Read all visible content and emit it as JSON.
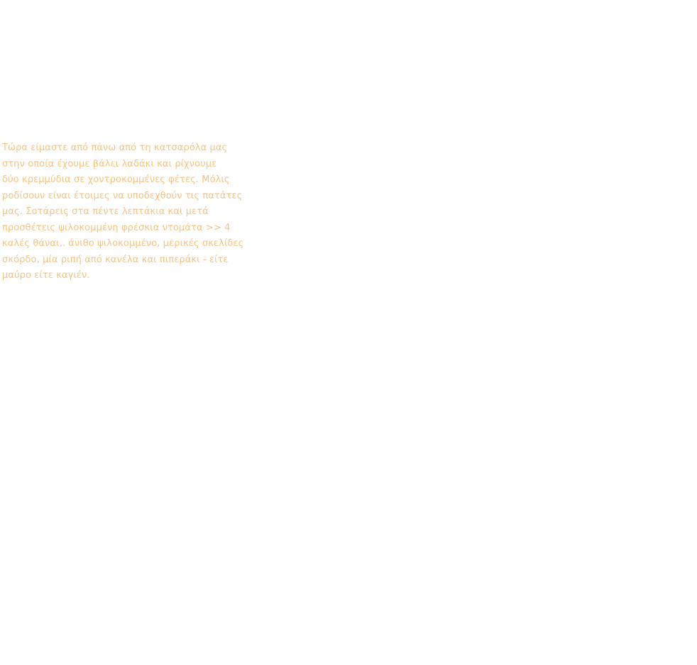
{
  "paragraph": {
    "lines": [
      "Τώρα είμαστε από πάνω από τη κατσαρόλα μας",
      "στην οποία έχουμε βάλει λαδάκι και ρίχνουμε",
      "δύο κρεμμύδια σε χοντροκομμένες φέτες. Μόλις",
      "ροδίσουν είναι έτοιμες να υποδεχθούν τις πατάτες",
      "μας. Σοτάρεις στα πέντε λεπτάκια και μετά",
      "προσθέτεις ψιλοκομμένη φρέσκια ντομάτα >> 4",
      "καλές θάναι,. άνιθο ψιλοκομμένο, μερικές σκελίδες",
      "σκόρδο, μία ριπή από κανέλα και πιπεράκι - είτε",
      "μαύρο είτε καγιέν."
    ],
    "color": "#f8c483"
  }
}
